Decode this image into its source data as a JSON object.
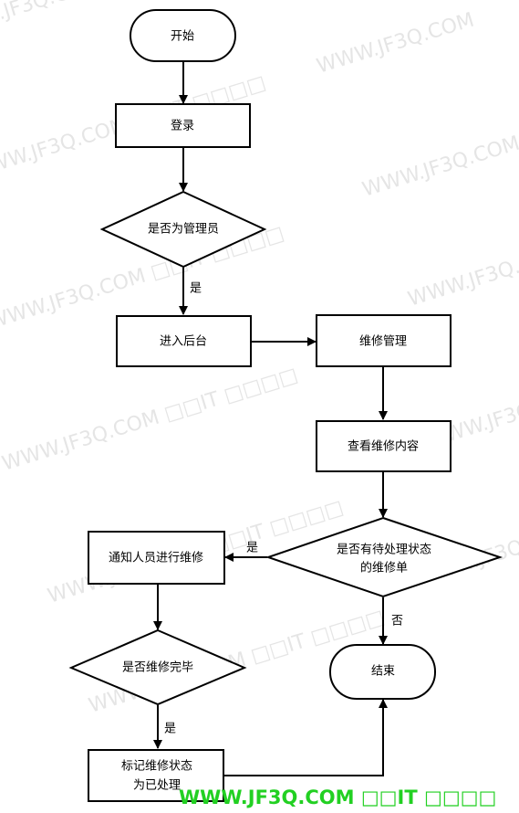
{
  "nodes": {
    "start": "开始",
    "login": "登录",
    "is_admin": "是否为管理员",
    "enter_backend": "进入后台",
    "repair_mgmt": "维修管理",
    "view_repair": "查看维修内容",
    "pending_line1": "是否有待处理状态",
    "pending_line2": "的维修单",
    "notify": "通知人员进行维修",
    "repair_done": "是否维修完毕",
    "mark_line1": "标记维修状态",
    "mark_line2": "为已处理",
    "end": "结束"
  },
  "edges": {
    "yes_admin": "是",
    "yes_pending": "是",
    "no_pending": "否",
    "yes_done": "是"
  },
  "watermark": {
    "text": "WWW.JF3Q.COM",
    "suffix": "□□IT  □□□□",
    "footer_color": "#22d022"
  }
}
